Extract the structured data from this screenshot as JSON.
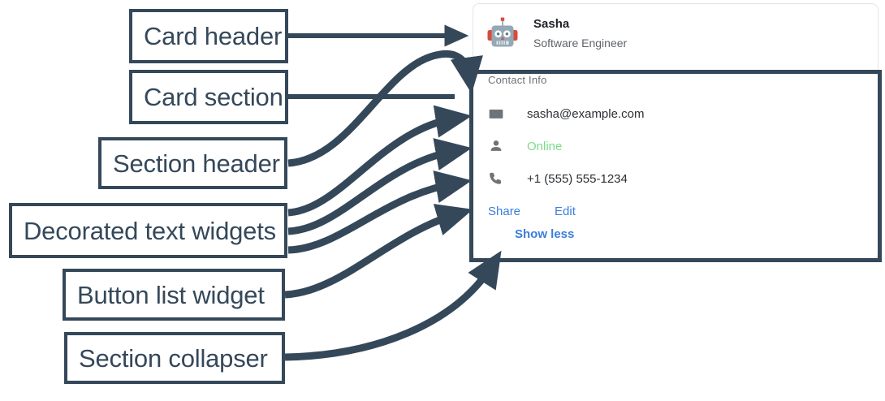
{
  "annotations": [
    {
      "id": "card-header",
      "label": "Card header"
    },
    {
      "id": "card-section",
      "label": "Card section"
    },
    {
      "id": "section-header",
      "label": "Section header"
    },
    {
      "id": "decorated",
      "label": "Decorated text widgets"
    },
    {
      "id": "button-list",
      "label": "Button list widget"
    },
    {
      "id": "section-collapser",
      "label": "Section collapser"
    }
  ],
  "card": {
    "header": {
      "avatar_icon": "robot-avatar-icon",
      "title": "Sasha",
      "subtitle": "Software Engineer"
    },
    "section": {
      "header": "Contact Info",
      "rows": [
        {
          "icon": "email-icon",
          "value": "sasha@example.com",
          "status": "normal"
        },
        {
          "icon": "person-icon",
          "value": "Online",
          "status": "online"
        },
        {
          "icon": "phone-icon",
          "value": "+1 (555) 555-1234",
          "status": "normal"
        }
      ],
      "buttons": [
        {
          "label": "Share"
        },
        {
          "label": "Edit"
        }
      ],
      "collapser": {
        "label": "Show less"
      }
    }
  },
  "colors": {
    "annotation_stroke": "#35485a",
    "link_blue": "#3b7ddd",
    "online_green": "#7bdc8b",
    "icon_gray": "#6e7378",
    "card_border": "#e2e4e7"
  }
}
